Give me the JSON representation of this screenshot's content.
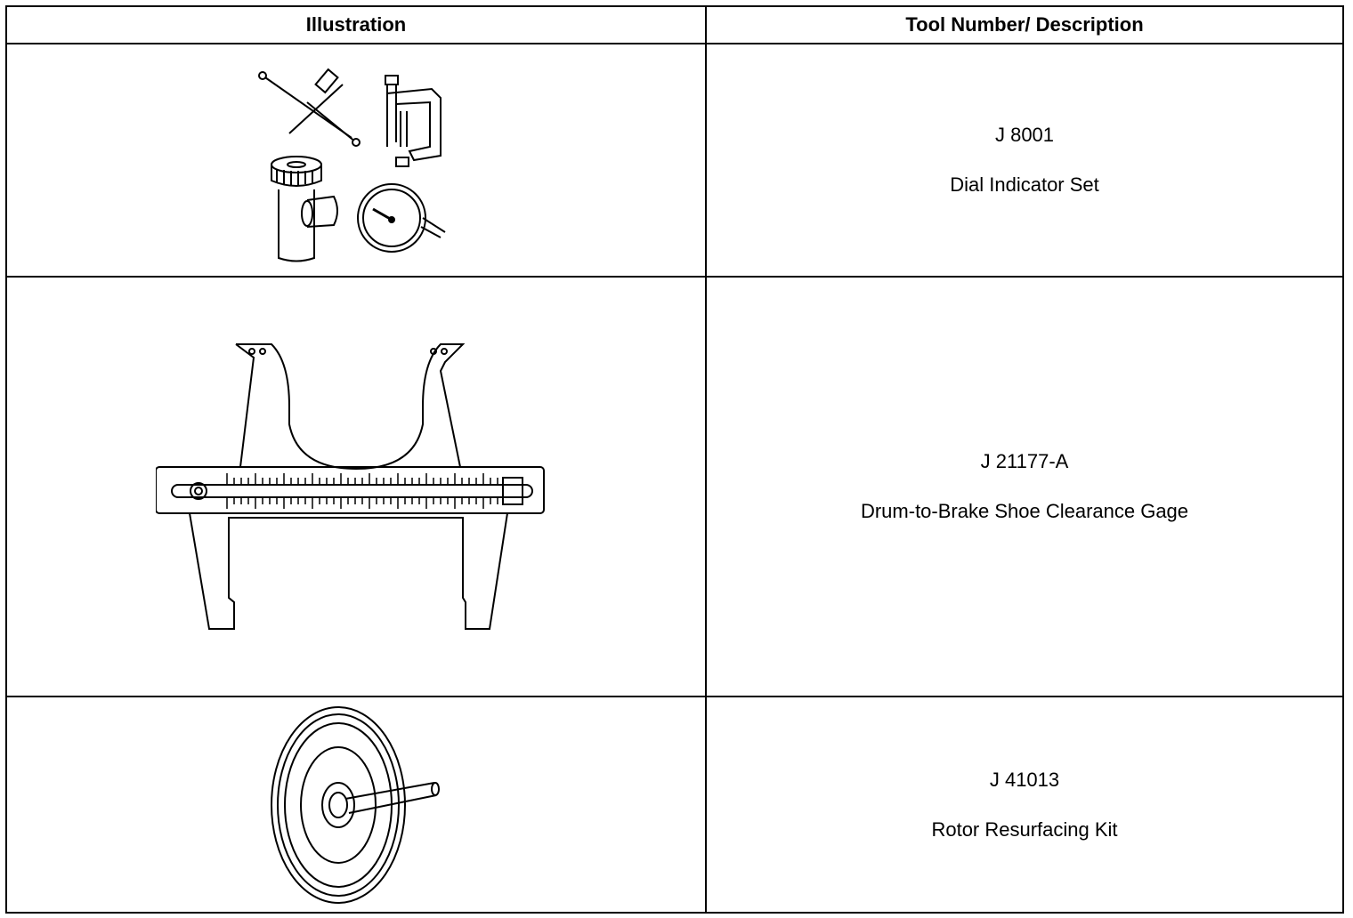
{
  "table": {
    "headers": {
      "illustration": "Illustration",
      "tool": "Tool Number/ Description"
    },
    "rows": [
      {
        "number": "J 8001",
        "description": "Dial Indicator Set",
        "icon": "dial-indicator-set-icon"
      },
      {
        "number": "J 21177-A",
        "description": "Drum-to-Brake Shoe Clearance Gage",
        "icon": "clearance-gage-icon"
      },
      {
        "number": "J 41013",
        "description": "Rotor Resurfacing Kit",
        "icon": "rotor-resurfacing-kit-icon"
      }
    ]
  }
}
